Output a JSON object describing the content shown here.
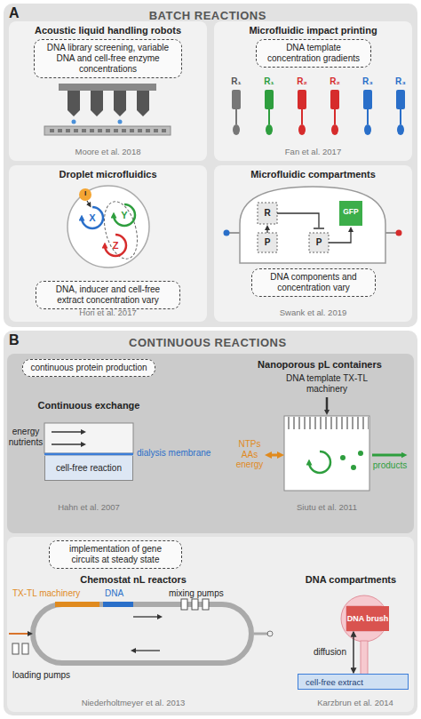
{
  "diagram": {
    "nodes": [
      {
        "text": [
          "A",
          "BATCH REACTIONS"
        ]
      },
      {
        "text": [
          "Acoustic liquid handling robots",
          "Moore et al. 2018"
        ],
        "in": 0
      },
      {
        "text": [
          "DNA library screening, variable DNA and cell-free enzyme concentrations"
        ],
        "in": 1
      },
      {
        "text": [
          "Microfluidic impact printing",
          "Fan et al. 2017"
        ],
        "in": 0
      },
      {
        "text": [
          "DNA template concentration gradients"
        ],
        "in": 3
      },
      {
        "text": [
          "Droplet microfluidics",
          "Hori et al. 2017"
        ],
        "in": 0
      },
      {
        "text": [
          "DNA, inducer and cell-free extract concentration vary"
        ],
        "in": 5
      },
      {
        "text": [
          "Microfluidic compartments",
          "Swank et al. 2019"
        ],
        "in": 0
      },
      {
        "text": [
          "DNA components and concentration vary"
        ],
        "in": 7
      },
      {
        "text": [
          "B",
          "CONTINUOUS REACTIONS"
        ]
      },
      {
        "text": [
          "continuous protein production"
        ],
        "in": 9
      },
      {
        "text": [
          "cell-free reaction"
        ],
        "in": 9
      },
      {
        "text": [
          "implementation of gene circuits at steady state"
        ],
        "in": 9
      },
      {
        "text": [
          "DNA brush"
        ],
        "in": 9
      },
      {
        "text": [
          "cell-free extract"
        ],
        "in": 9
      }
    ],
    "edges": [
      {
        "from": 13,
        "to": 14,
        "arrow": "both",
        "label": "diffusion"
      }
    ],
    "labels": [
      "R₁",
      "R₁",
      "R₂",
      "R₂",
      "R₃",
      "R₃",
      "I",
      "X",
      "Y",
      "Z",
      "R",
      "P",
      "P",
      "GFP",
      "Continuous exchange",
      "energy nutrients",
      "dialysis membrane",
      "Hahn et al. 2007",
      "Nanoporous pL containers",
      "DNA template TX-TL machinery",
      "NTPs AAs energy",
      "products",
      "Siutu et al. 2011",
      "Chemostat nL reactors",
      "TX-TL machinery",
      "DNA",
      "mixing pumps",
      "loading pumps",
      "Niederholtmeyer et al. 2013",
      "DNA compartments",
      "Karzbrun et al. 2014"
    ]
  }
}
